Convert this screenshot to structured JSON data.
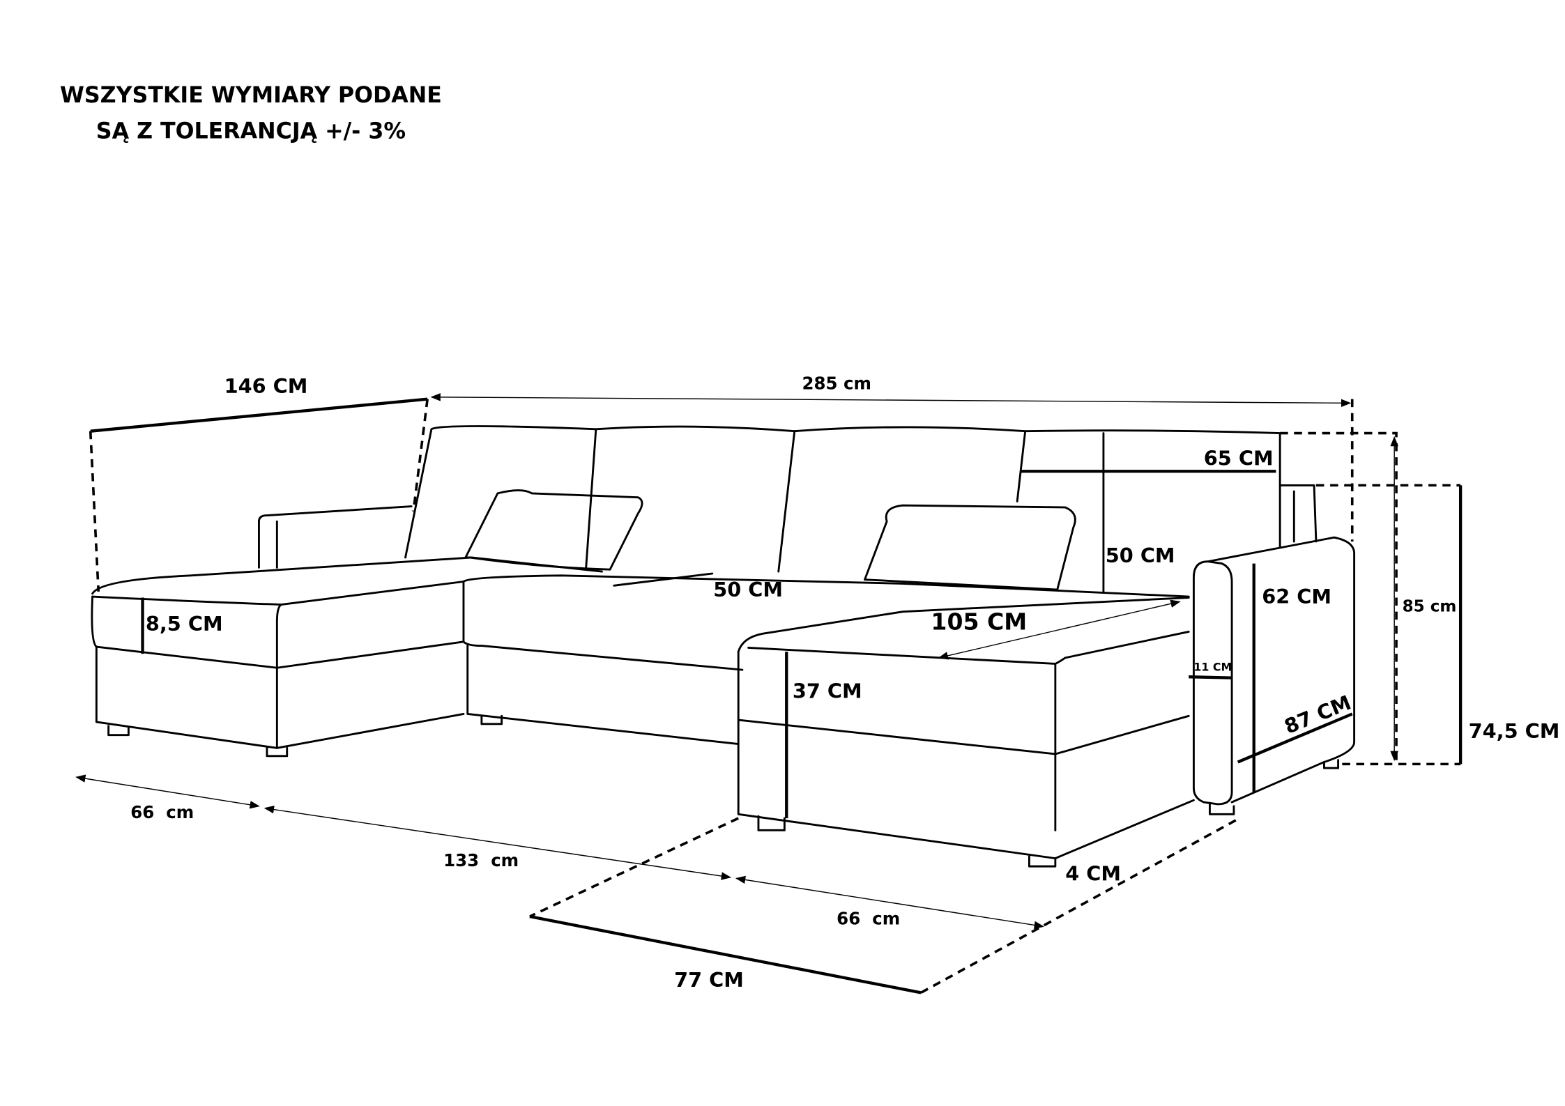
{
  "note": {
    "line1": "WSZYSTKIE WYMIARY PODANE",
    "line2": "SĄ Z TOLERANCJĄ +/- 3%"
  },
  "dimensions": {
    "chaise_depth": "146 CM",
    "total_width": "285 cm",
    "back_cushion_width": "65 CM",
    "back_cushion_height": "50 CM",
    "seat_cushion_depth": "50 CM",
    "cushion_thickness": "8,5 CM",
    "seat_depth_right": "105 CM",
    "base_height": "37 CM",
    "armrest_height": "62 CM",
    "armrest_width": "11 CM",
    "armrest_depth": "87 CM",
    "total_height": "85 cm",
    "back_height": "74,5 CM",
    "leg_height": "4 CM",
    "left_chaise_width": "66  cm",
    "middle_width": "133  cm",
    "right_chaise_width": "66  cm",
    "right_chaise_depth": "77 CM"
  }
}
